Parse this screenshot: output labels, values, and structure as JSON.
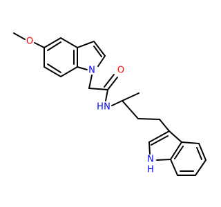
{
  "molecule": {
    "atoms": {
      "methoxy_o": "O",
      "indole_n1": "N",
      "carbonyl_o": "O",
      "amide_n": "N",
      "amide_h": "H",
      "indole_nh": "N",
      "indole_nh_h": "H"
    },
    "colors": {
      "bond": "#000000",
      "oxygen": "#ff0000",
      "nitrogen": "#0000ff"
    }
  }
}
